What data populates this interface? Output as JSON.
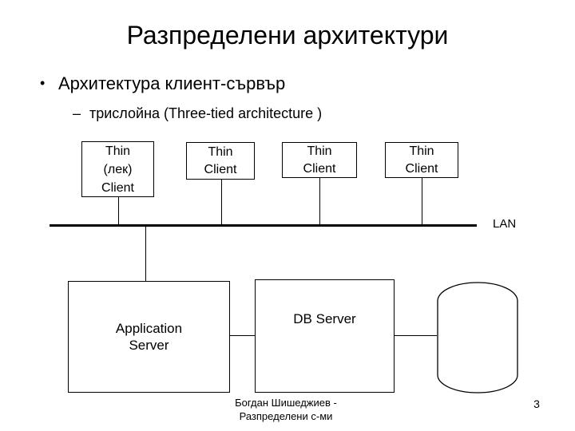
{
  "slide": {
    "title": "Разпределени архитектури",
    "bullet": {
      "marker": "•",
      "text": "Архитектура клиент-сървър"
    },
    "sub_bullet": {
      "marker": "–",
      "text": "трислойна (Three-tied architecture )"
    }
  },
  "diagram": {
    "clients": [
      {
        "lines": [
          "Thin",
          "(лек)",
          "Client"
        ]
      },
      {
        "lines": [
          "Thin",
          "Client"
        ]
      },
      {
        "lines": [
          "Thin",
          "Client"
        ]
      },
      {
        "lines": [
          "Thin",
          "Client"
        ]
      }
    ],
    "lan_label": "LAN",
    "app_server": {
      "lines": [
        "Application",
        "Server"
      ]
    },
    "db_server": {
      "label": "DB Server"
    },
    "database_icon": "cylinder"
  },
  "footer": {
    "line1": "Богдан Шишеджиев -",
    "line2": "Разпределени с-ми",
    "page_number": "3"
  },
  "colors": {
    "background": "#ffffff",
    "foreground": "#000000"
  }
}
